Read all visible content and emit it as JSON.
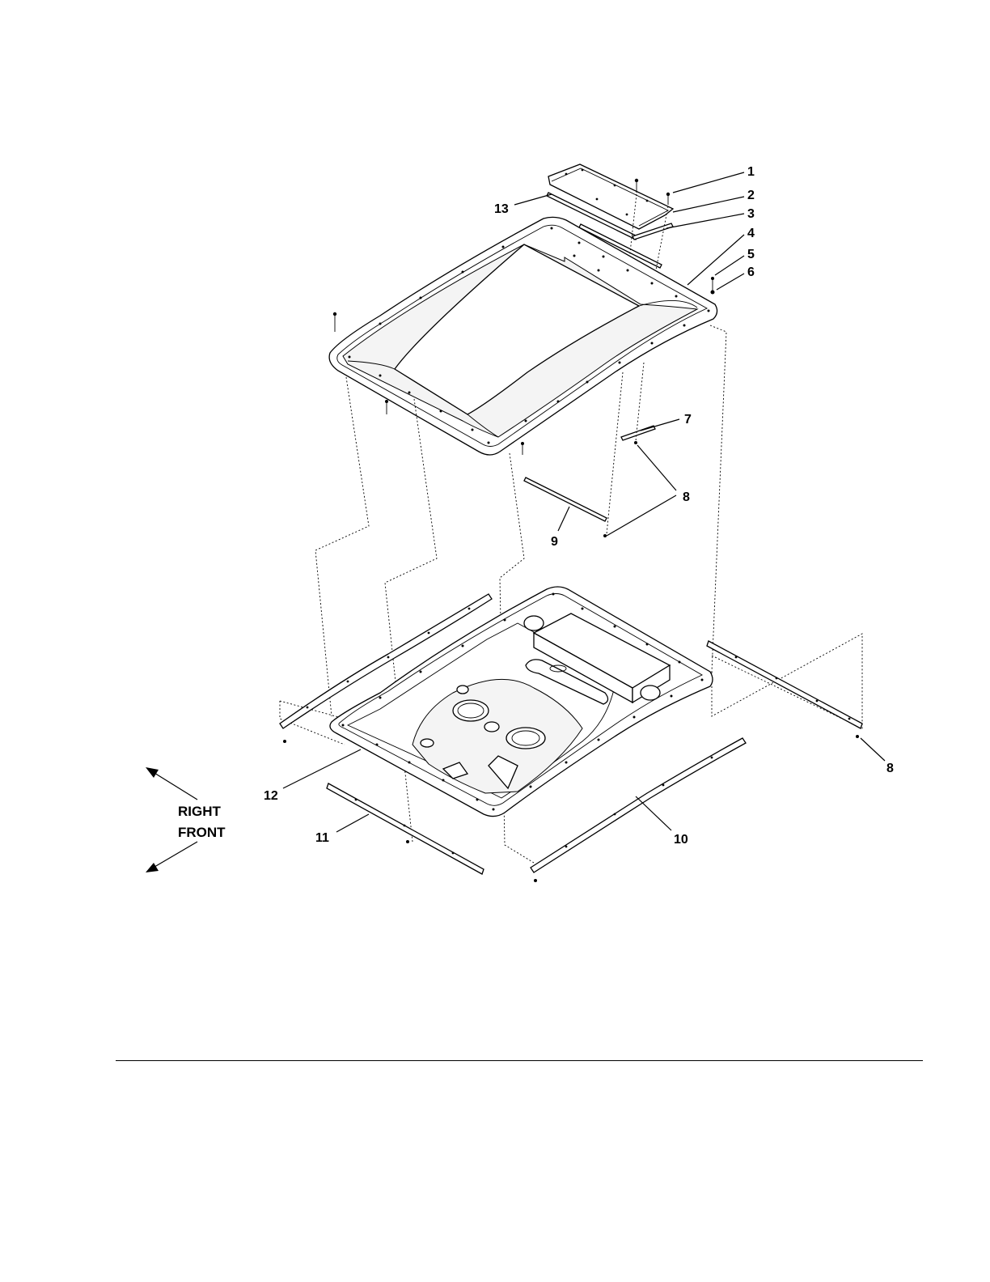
{
  "diagram": {
    "callouts": [
      "1",
      "2",
      "3",
      "4",
      "5",
      "6",
      "7",
      "8",
      "9",
      "10",
      "11",
      "12",
      "13"
    ],
    "second_callout_8": "8",
    "direction_labels": {
      "right": "RIGHT",
      "front": "FRONT"
    }
  }
}
